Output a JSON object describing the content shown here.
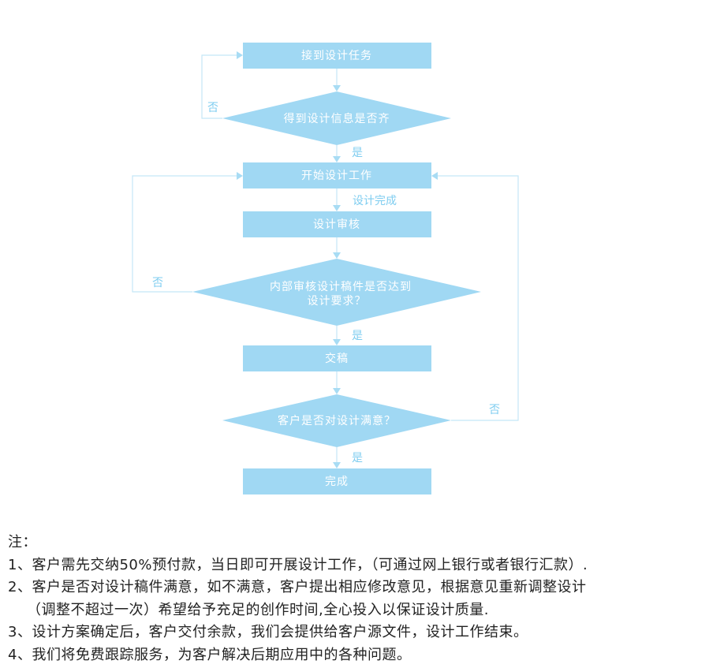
{
  "flow": {
    "nodes": {
      "receive_task": "接到设计任务",
      "info_complete": "得到设计信息是否齐",
      "start_design": "开始设计工作",
      "design_review": "设计审核",
      "internal_review_line1": "内部审核设计稿件是否达到",
      "internal_review_line2": "设计要求？",
      "submit": "交稿",
      "client_satisfied": "客户是否对设计满意？",
      "done": "完成"
    },
    "labels": {
      "no1": "否",
      "yes1": "是",
      "design_done": "设计完成",
      "no2": "否",
      "yes2": "是",
      "no3": "否",
      "yes3": "是"
    }
  },
  "notes": {
    "title": "注：",
    "items": [
      "1、客户需先交纳50%预付款，当日即可开展设计工作，（可通过网上银行或者银行汇款）.",
      "2、客户是否对设计稿件满意，如不满意，客户提出相应修改意见，根据意见重新调整设计",
      "（调整不超过一次）希望给予充足的创作时间,全心投入以保证设计质量.",
      "3、设计方案确定后，客户交付余款，我们会提供给客户源文件，设计工作结束。",
      "4、我们将免费跟踪服务，为客户解决后期应用中的各种问题。"
    ]
  },
  "colors": {
    "node_fill": "#a0d8f3",
    "line": "#c4e6f7",
    "label": "#7fcdf0"
  }
}
